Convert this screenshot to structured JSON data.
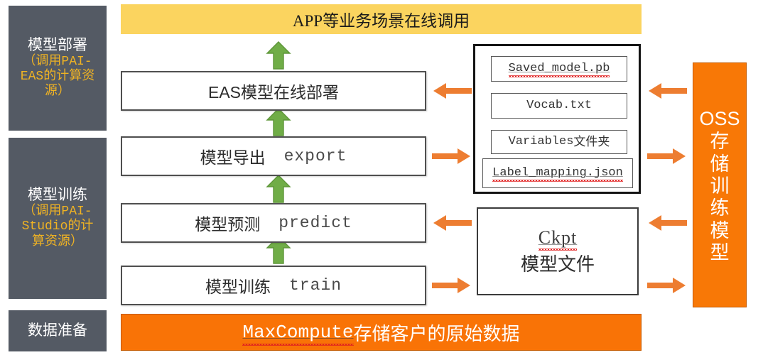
{
  "diagram": {
    "title_banner": "APP等业务场景在线调用",
    "bottom_banner": {
      "latin": "MaxCompute",
      "chinese": "存储客户的原始数据"
    },
    "colors": {
      "sidebar_gray": "#545a64",
      "sidebar_accent_yellow": "#f0b323",
      "banner_yellow": "#fbd45f",
      "orange": "#f97306",
      "green_arrow": "#70ad47",
      "arrow_orange": "#ed7d31",
      "box_border": "#4f4f4f"
    }
  },
  "stages": [
    {
      "id": "model-deploy",
      "title": "模型部署",
      "note_line1": "（调用PAI-",
      "note_line2": "EAS的计算资",
      "note_line3": "源）"
    },
    {
      "id": "model-training",
      "title": "模型训练",
      "note_line1": "（调用PAI-",
      "note_line2": "Studio的计",
      "note_line3": "算资源）"
    },
    {
      "id": "data-preparation",
      "title": "数据准备",
      "note_line1": "",
      "note_line2": "",
      "note_line3": ""
    }
  ],
  "flow_steps": [
    {
      "id": "eas-deploy",
      "cn": "EAS模型在线部署",
      "cmd": ""
    },
    {
      "id": "model-export",
      "cn": "模型导出",
      "cmd": "export"
    },
    {
      "id": "model-predict",
      "cn": "模型预测",
      "cmd": "predict"
    },
    {
      "id": "model-train",
      "cn": "模型训练",
      "cmd": "train"
    }
  ],
  "artifact_files": {
    "items": [
      {
        "id": "saved-model",
        "text": "Saved_model.pb",
        "misspelled": true
      },
      {
        "id": "vocab",
        "text": "Vocab.txt",
        "misspelled": false
      },
      {
        "id": "variables-folder",
        "latin": "Variables",
        "cn": "文件夹",
        "misspelled": false
      },
      {
        "id": "label-mapping",
        "text": "Label_mapping.json",
        "misspelled": true
      }
    ]
  },
  "ckpt_box": {
    "latin": "Ckpt",
    "chinese": "模型文件"
  },
  "oss_box": {
    "latin": "OSS",
    "chars": [
      "存",
      "储",
      "训",
      "练",
      "模",
      "型"
    ]
  },
  "arrows": {
    "green_up": [
      {
        "id": "up-to-banner",
        "direction": "up"
      },
      {
        "id": "up-to-eas",
        "direction": "up"
      },
      {
        "id": "up-to-export",
        "direction": "up"
      },
      {
        "id": "up-to-predict",
        "direction": "up"
      }
    ],
    "orange_horizontal": [
      {
        "id": "files-to-eas",
        "direction": "left"
      },
      {
        "id": "export-to-files",
        "direction": "right"
      },
      {
        "id": "ckpt-to-predict",
        "direction": "left"
      },
      {
        "id": "train-to-ckpt",
        "direction": "right"
      },
      {
        "id": "oss-to-files",
        "direction": "left"
      },
      {
        "id": "files-to-oss",
        "direction": "right"
      },
      {
        "id": "oss-to-ckpt",
        "direction": "left"
      },
      {
        "id": "ckpt-to-oss",
        "direction": "right"
      }
    ]
  }
}
